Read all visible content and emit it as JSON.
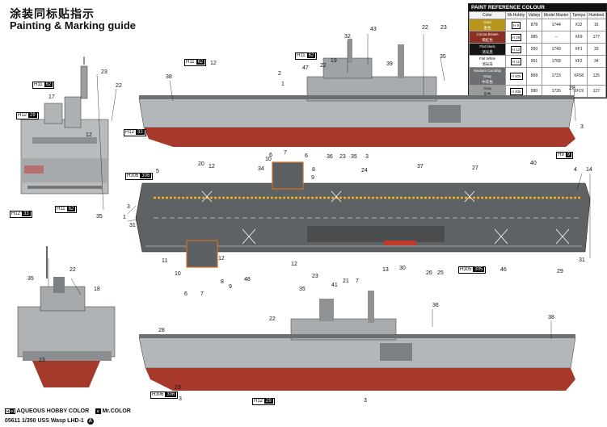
{
  "header": {
    "title_cn": "涂装同标贴指示",
    "title_en": "Painting & Marking guide"
  },
  "paint_table": {
    "title": "PAINT REFERENCE COLOUR",
    "columns": [
      "Color",
      "Mr.Hobby",
      "Vallejo",
      "Model Master",
      "Tamiya",
      "Humbrol"
    ],
    "rows": [
      {
        "name": "Gold",
        "name_cn": "金色",
        "swatch": "#b8961e",
        "hobby": "H 9",
        "code": "9",
        "vallejo": "878",
        "mm": "1744",
        "tamiya": "X12",
        "humbrol": "16"
      },
      {
        "name": "Cocoa Brown",
        "name_cn": "褐紅色",
        "swatch": "#8a2f22",
        "hobby": "H 29",
        "code": "29",
        "vallejo": "985",
        "mm": "–",
        "tamiya": "XF9",
        "humbrol": "177"
      },
      {
        "name": "Flat black",
        "name_cn": "消光黑",
        "swatch": "#151515",
        "hobby": "H 12",
        "code": "33",
        "vallejo": "950",
        "mm": "1749",
        "tamiya": "XF1",
        "humbrol": "33"
      },
      {
        "name": "Flat White",
        "name_cn": "消光白",
        "swatch": "#ffffff",
        "hobby": "H 11",
        "code": "62",
        "vallejo": "951",
        "mm": "1768",
        "tamiya": "XF2",
        "humbrol": "34"
      },
      {
        "name": "Medium Gunship Gray",
        "name_cn": "中灰色",
        "swatch": "#6d7072",
        "hobby": "H 305",
        "code": "305",
        "vallejo": "868",
        "mm": "1723",
        "tamiya": "XF58",
        "humbrol": "125"
      },
      {
        "name": "Gray",
        "name_cn": "灰色",
        "swatch": "#9a9c9c",
        "hobby": "H 306",
        "code": "306",
        "vallejo": "990",
        "mm": "1726",
        "tamiya": "XF19",
        "humbrol": "127"
      }
    ]
  },
  "codes": {
    "c62": "62",
    "c33": "33",
    "c28": "28",
    "c29": "29",
    "c9": "9",
    "c306": "306",
    "c305": "305"
  },
  "callouts": {
    "side_top": [
      "38",
      "12",
      "47",
      "22",
      "19",
      "32",
      "43",
      "22",
      "23",
      "35",
      "39",
      "28",
      "3",
      "36",
      "23",
      "35",
      "3",
      "2",
      "1"
    ],
    "deck": [
      "5",
      "6",
      "7",
      "6",
      "10",
      "34",
      "20",
      "12",
      "8",
      "9",
      "24",
      "37",
      "27",
      "40",
      "4",
      "14",
      "3",
      "1",
      "31",
      "12",
      "11",
      "10",
      "6",
      "7",
      "8",
      "9",
      "48",
      "12",
      "13",
      "30",
      "26",
      "25",
      "46",
      "29",
      "31"
    ],
    "side_bottom": [
      "35",
      "23",
      "41",
      "21",
      "7",
      "36",
      "22",
      "28",
      "38",
      "3",
      "23",
      "3"
    ],
    "bow_top": [
      "17",
      "23",
      "22",
      "12",
      "35"
    ],
    "bow_bottom": [
      "35",
      "22",
      "18",
      "23"
    ]
  },
  "footer": {
    "aqueous": "AQUEOUS HOBBY COLOR",
    "mrcolor": "Mr.COLOR",
    "kit": "05611 1/350 USS Wasp LHD-1",
    "sheet": "A"
  }
}
